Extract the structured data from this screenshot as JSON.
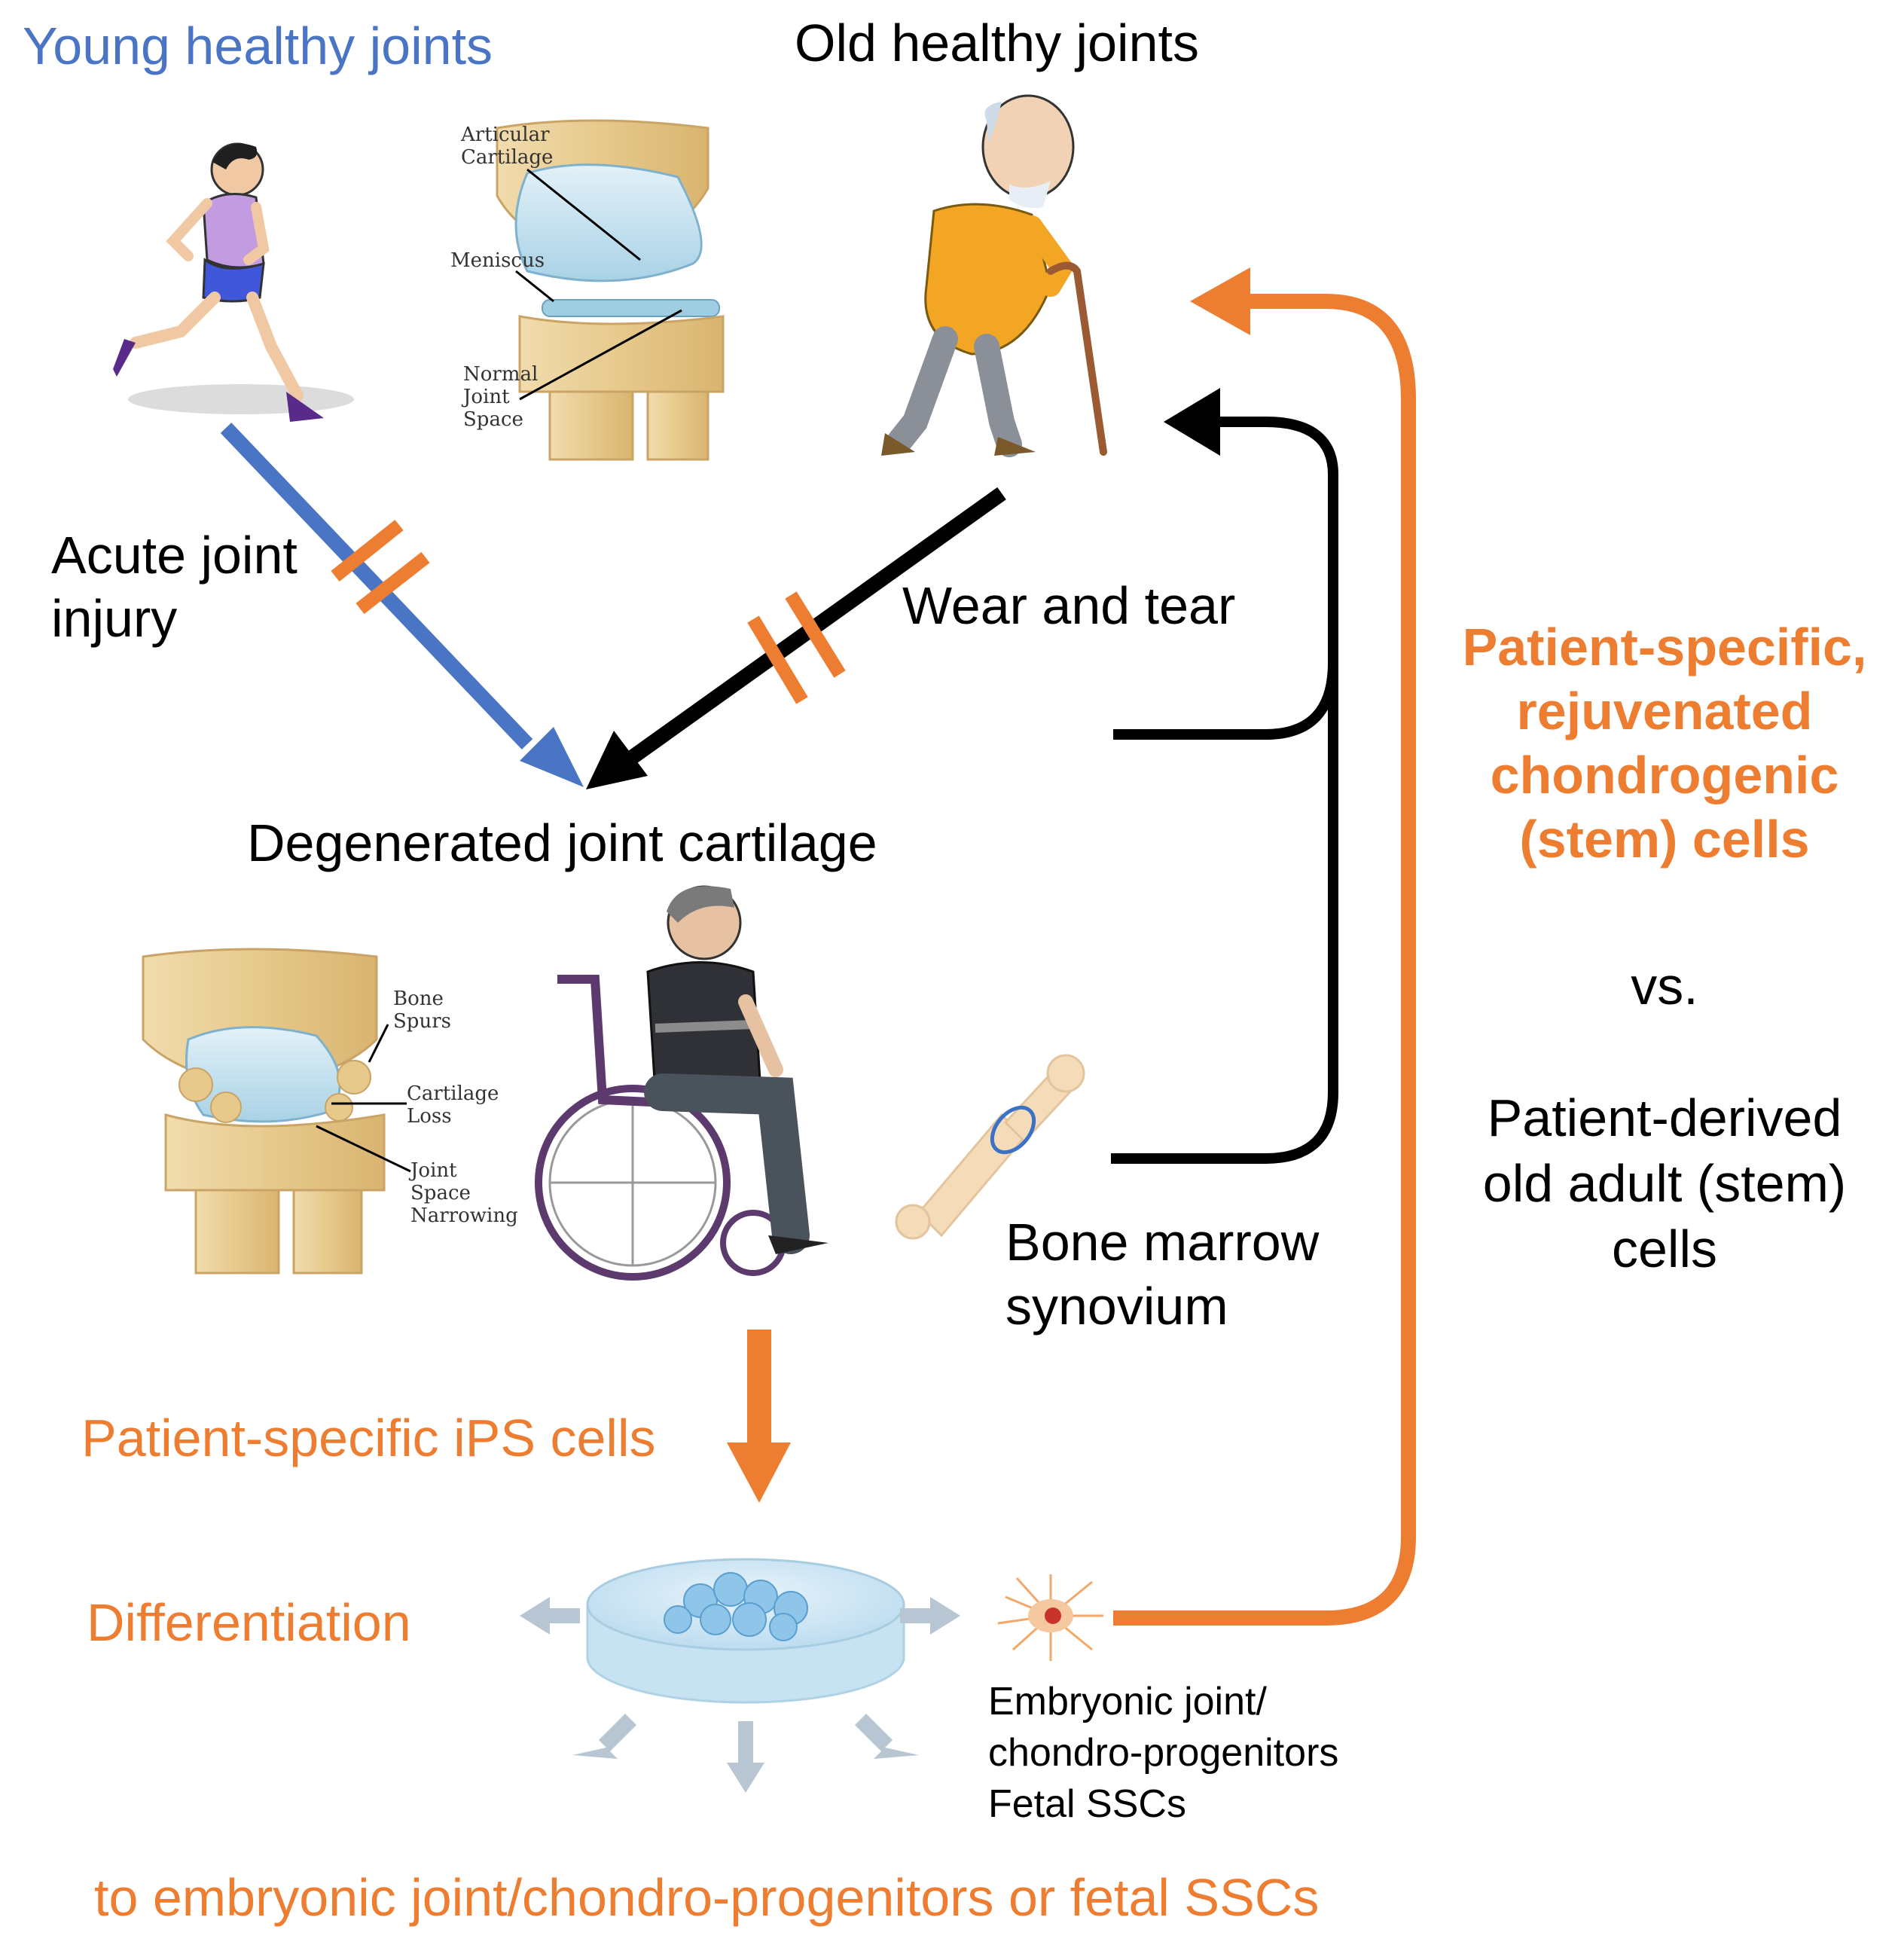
{
  "titles": {
    "young": "Young healthy joints",
    "old": "Old healthy joints",
    "degenerated": "Degenerated joint cartilage"
  },
  "processes": {
    "acute_line1": "Acute joint",
    "acute_line2": "injury",
    "wear": "Wear and tear",
    "bone_line1": "Bone marrow",
    "bone_line2": "synovium"
  },
  "healthy_knee_labels": {
    "articular_1": "Articular",
    "articular_2": "Cartilage",
    "meniscus": "Meniscus",
    "normal_1": "Normal",
    "normal_2": "Joint",
    "normal_3": "Space"
  },
  "degenerated_knee_labels": {
    "bone_1": "Bone",
    "bone_2": "Spurs",
    "cartilage_1": "Cartilage",
    "cartilage_2": "Loss",
    "jsn_1": "Joint",
    "jsn_2": "Space",
    "jsn_3": "Narrowing"
  },
  "ips": {
    "ips_cells": "Patient-specific iPS cells",
    "differentiation": "Differentiation",
    "embryonic_1": "Embryonic joint/",
    "embryonic_2": "chondro-progenitors",
    "embryonic_3": "Fetal SSCs",
    "bottom": "to embryonic joint/chondro-progenitors or fetal SSCs"
  },
  "right_panel": {
    "rejuv_1": "Patient-specific,",
    "rejuv_2": "rejuvenated",
    "rejuv_3": "chondrogenic",
    "rejuv_4": "(stem) cells",
    "vs": "vs.",
    "derived_1": "Patient-derived",
    "derived_2": "old adult (stem)",
    "derived_3": "cells"
  },
  "colors": {
    "blue": "#4a74c4",
    "orange": "#ed7d31",
    "black": "#000000"
  }
}
